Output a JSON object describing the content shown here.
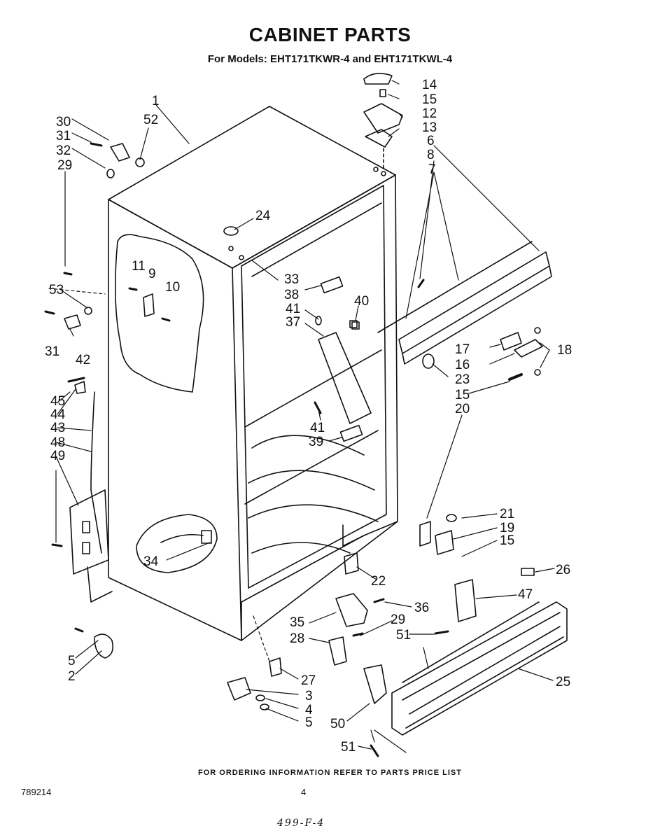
{
  "title": "CABINET PARTS",
  "subtitle": "For Models: EHT171TKWR-4  and EHT171TKWL-4",
  "footer": "FOR ORDERING INFORMATION REFER TO PARTS PRICE LIST",
  "doc_number": "789214",
  "page_number": "4",
  "handwritten_note": "499-F-4",
  "callouts": [
    "1",
    "2",
    "3",
    "4",
    "5",
    "5",
    "5",
    "6",
    "7",
    "8",
    "9",
    "10",
    "11",
    "12",
    "13",
    "14",
    "15",
    "15",
    "15",
    "16",
    "17",
    "18",
    "19",
    "20",
    "21",
    "22",
    "23",
    "24",
    "25",
    "26",
    "27",
    "28",
    "29",
    "29",
    "30",
    "31",
    "31",
    "32",
    "33",
    "34",
    "35",
    "36",
    "37",
    "38",
    "39",
    "40",
    "41",
    "41",
    "42",
    "43",
    "44",
    "45",
    "47",
    "48",
    "49",
    "50",
    "51",
    "51",
    "52",
    "53"
  ]
}
